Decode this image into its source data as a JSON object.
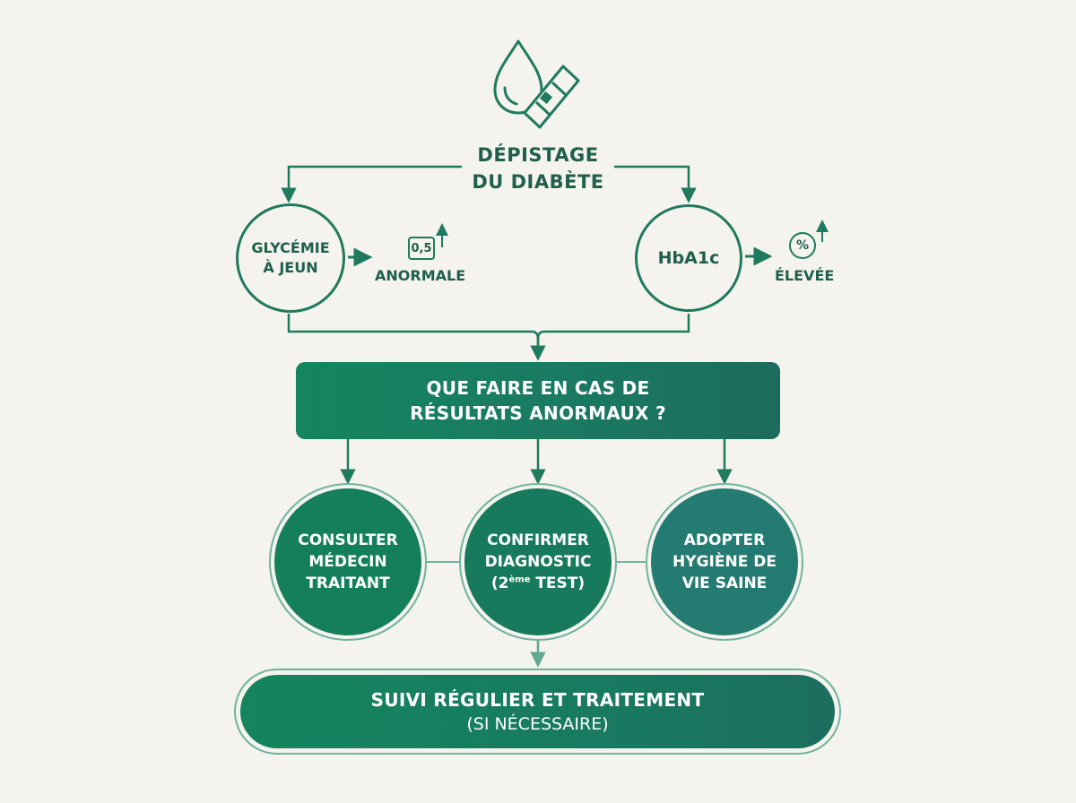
{
  "colors": {
    "background": "#f5f3ee",
    "primary": "#1f7a5f",
    "dark_text": "#1f5f4c",
    "light_stroke": "#6fb49e"
  },
  "icons": {
    "header": "blood-drop-and-lancet-icon",
    "glycemie_badge": "0,5",
    "hba1c_badge": "%"
  },
  "header": {
    "title_line1": "DÉPISTAGE",
    "title_line2": "DU DIABÈTE"
  },
  "tests": {
    "glycemie": {
      "line1": "GLYCÉMIE",
      "line2": "À JEUN",
      "result": "ANORMALE"
    },
    "hba1c": {
      "label": "HbA1c",
      "result": "ÉLEVÉE"
    }
  },
  "question": {
    "line1": "QUE FAIRE EN CAS DE",
    "line2": "RÉSULTATS ANORMAUX ?"
  },
  "steps": [
    {
      "line1": "CONSULTER",
      "line2": "MÉDECIN",
      "line3": "TRAITANT"
    },
    {
      "line1": "CONFIRMER",
      "line2": "DIAGNOSTIC",
      "line3_pre": "(2",
      "line3_sup": "ème",
      "line3_post": " TEST)"
    },
    {
      "line1": "ADOPTER",
      "line2": "HYGIÈNE DE",
      "line3": "VIE SAINE"
    }
  ],
  "final": {
    "main": "SUIVI RÉGULIER ET TRAITEMENT",
    "sub": "(SI NÉCESSAIRE)"
  }
}
